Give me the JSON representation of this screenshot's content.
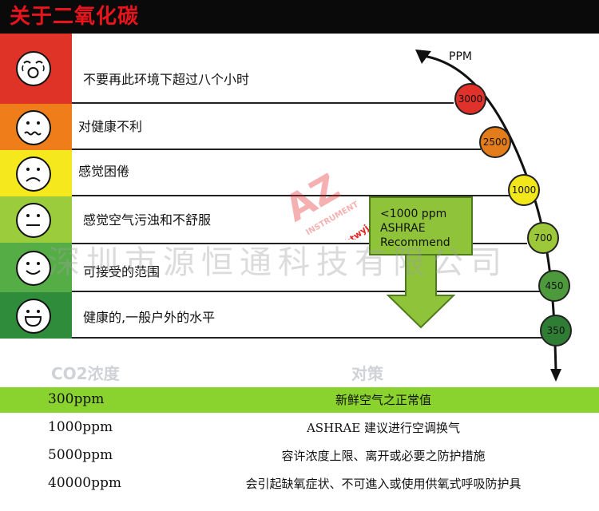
{
  "title": "关于二氧化碳",
  "levels": [
    {
      "face": "distressed",
      "text": "不要再此环境下超过八个小时",
      "color": "#e03327"
    },
    {
      "face": "sick",
      "text": "对健康不利",
      "color": "#ef7d1a"
    },
    {
      "face": "sad",
      "text": "感觉困倦",
      "color": "#f5e81c"
    },
    {
      "face": "neutral",
      "text": "感觉空气污浊和不舒服",
      "color": "#9acc3c"
    },
    {
      "face": "smile",
      "text": "可接受的范围",
      "color": "#55ad45"
    },
    {
      "face": "happy",
      "text": "健康的,一般户外的水平",
      "color": "#2e8c3a"
    }
  ],
  "scale": {
    "unit": "PPM",
    "points": [
      {
        "value": "3000",
        "color": "#e0312a"
      },
      {
        "value": "2500",
        "color": "#e37d1c"
      },
      {
        "value": "1000",
        "color": "#f2e71b"
      },
      {
        "value": "700",
        "color": "#9cc83a"
      },
      {
        "value": "450",
        "color": "#4c9a3c"
      },
      {
        "value": "350",
        "color": "#2f7d35"
      }
    ]
  },
  "recommend": {
    "line1": "<1000 ppm",
    "line2": "ASHRAE",
    "line3": "Recommend",
    "color": "#8fc43a"
  },
  "watermark": "深圳市源恒通科技有限公司",
  "stamp": {
    "brand": "AZ",
    "sub": "INSTRUMENT",
    "site": "yhtwyj.tmall.com"
  },
  "table": {
    "header": {
      "col1": "CO2浓度",
      "col2": "对策"
    },
    "rows": [
      {
        "level": "300ppm",
        "measure": "新鲜空气之正常值",
        "highlight": true
      },
      {
        "level": "1000ppm",
        "measure": "ASHRAE 建议进行空调换气",
        "highlight": false
      },
      {
        "level": "5000ppm",
        "measure": "容许浓度上限、离开或必要之防护措施",
        "highlight": false
      },
      {
        "level": "40000ppm",
        "measure": "会引起缺氧症状、不可進入或使用供氧式呼吸防护具",
        "highlight": false
      }
    ],
    "highlight_color": "#8ad22e"
  }
}
